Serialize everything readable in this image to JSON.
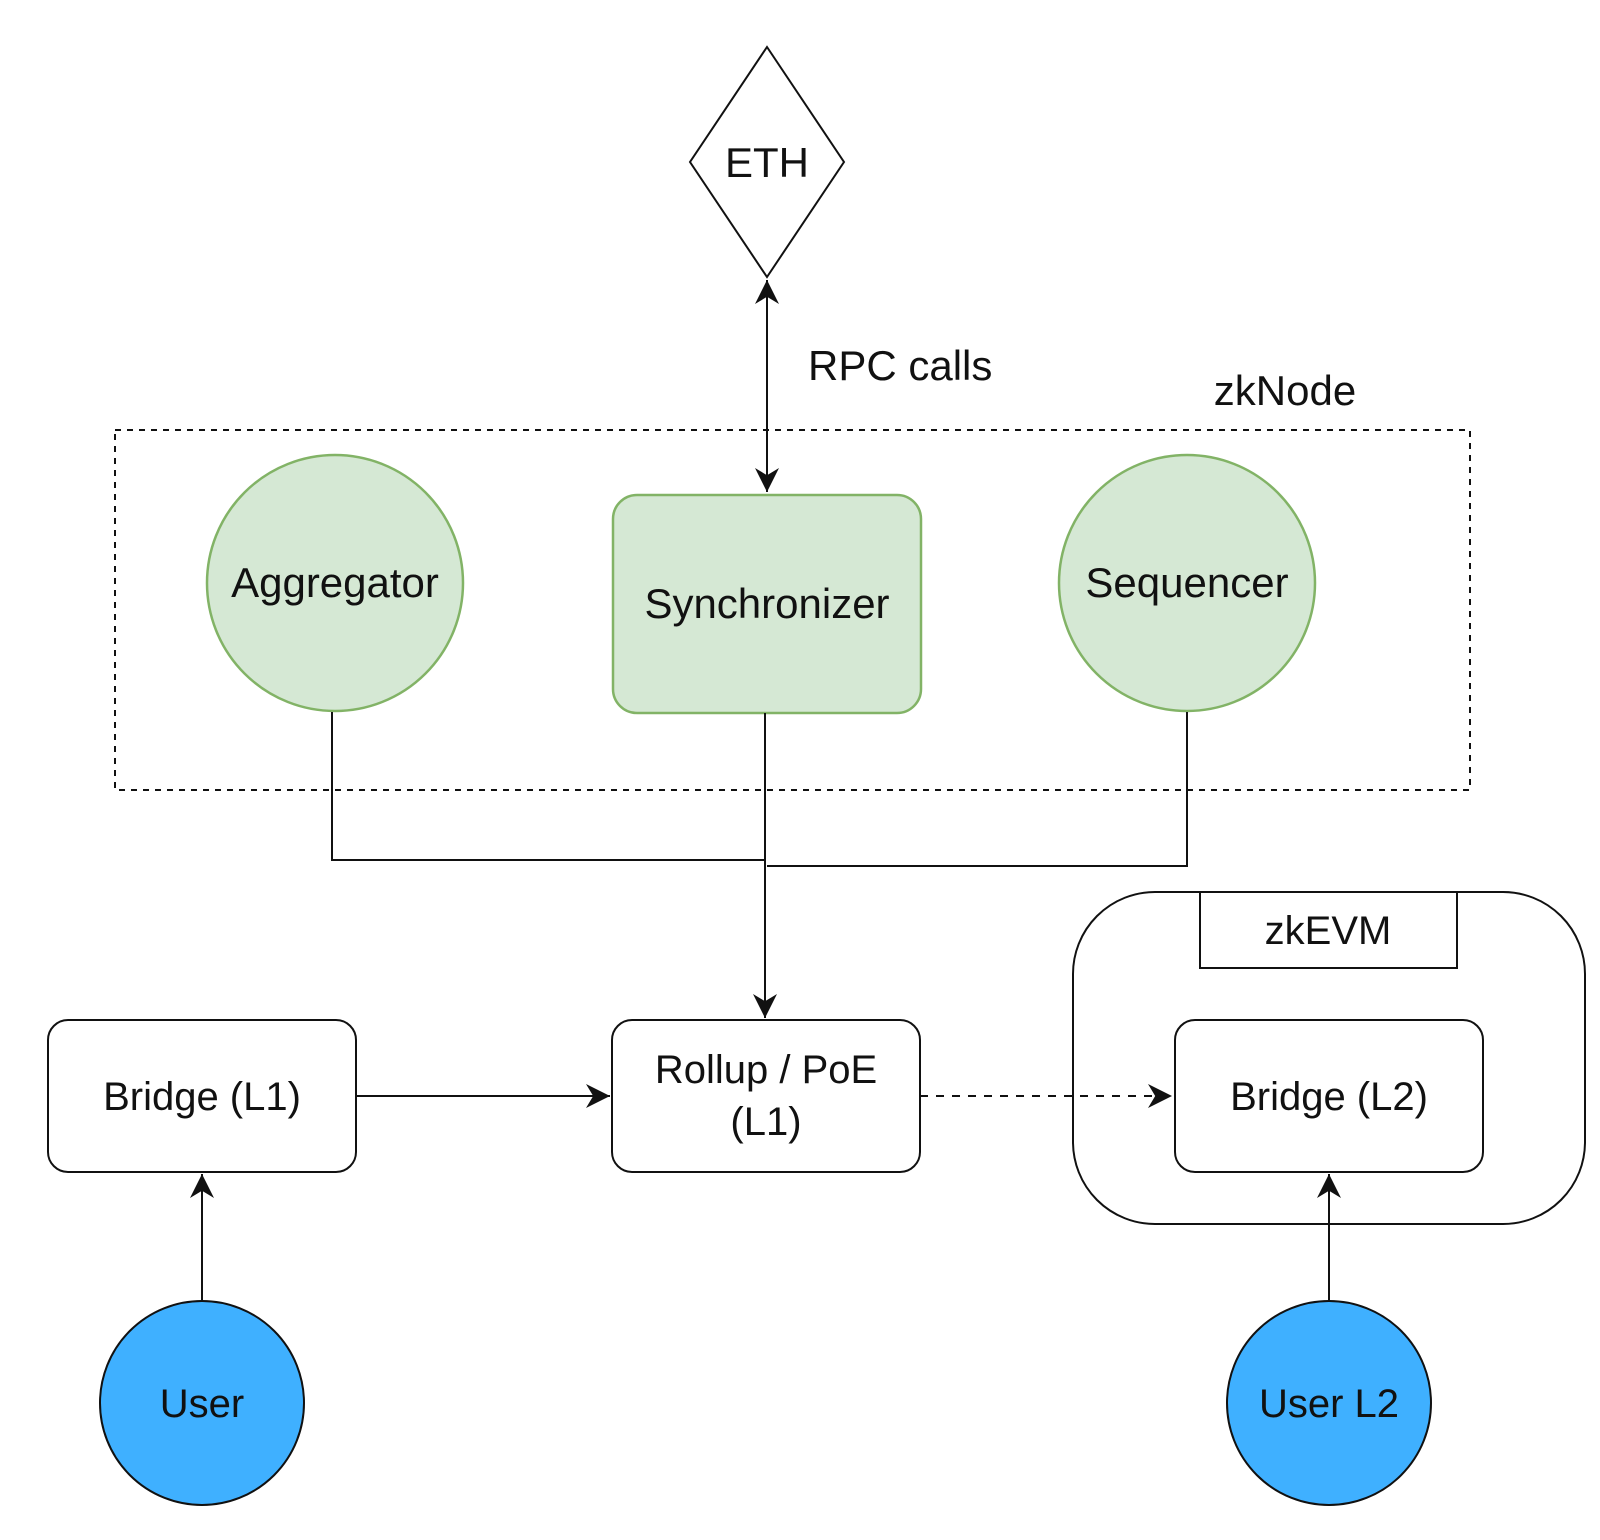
{
  "diagram": {
    "nodes": {
      "eth": {
        "label": "ETH"
      },
      "aggregator": {
        "label": "Aggregator"
      },
      "synchronizer": {
        "label": "Synchronizer"
      },
      "sequencer": {
        "label": "Sequencer"
      },
      "bridge_l1": {
        "label": "Bridge (L1)"
      },
      "rollup": {
        "label_line1": "Rollup / PoE",
        "label_line2": "(L1)"
      },
      "zkevm": {
        "label": "zkEVM"
      },
      "bridge_l2": {
        "label": "Bridge (L2)"
      },
      "user": {
        "label": "User"
      },
      "user_l2": {
        "label": "User L2"
      }
    },
    "groups": {
      "zknode": {
        "label": "zkNode"
      }
    },
    "edges": {
      "eth_sync": {
        "label": "RPC calls"
      }
    }
  },
  "colors": {
    "node_green_fill": "#d5e8d4",
    "node_green_stroke": "#82b366",
    "user_blue_fill": "#3fb0ff",
    "stroke": "#111111",
    "background": "#ffffff"
  }
}
